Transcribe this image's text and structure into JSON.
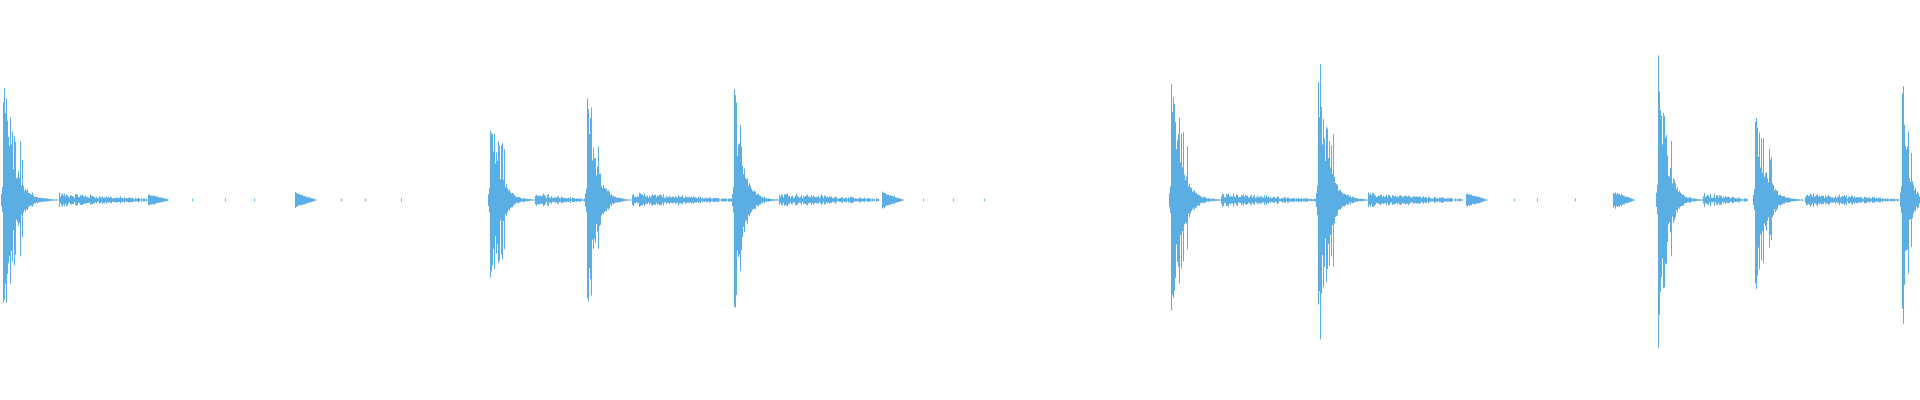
{
  "waveform": {
    "color": "#5aaee4",
    "background": "#ffffff",
    "total_seconds": 19.2,
    "baseline": 0.0,
    "transients": [
      {
        "time": 0.03,
        "peak": 0.96,
        "decay": 0.55,
        "tail": 1.45
      },
      {
        "time": 4.9,
        "peak": 0.9,
        "decay": 0.45,
        "tail": 0.95
      },
      {
        "time": 5.87,
        "peak": 0.95,
        "decay": 0.45,
        "tail": 1.45
      },
      {
        "time": 7.34,
        "peak": 0.97,
        "decay": 0.45,
        "tail": 1.45
      },
      {
        "time": 11.71,
        "peak": 1.0,
        "decay": 0.5,
        "tail": 1.45
      },
      {
        "time": 13.18,
        "peak": 1.16,
        "decay": 0.5,
        "tail": 1.45
      },
      {
        "time": 16.58,
        "peak": 1.1,
        "decay": 0.45,
        "tail": 0.9
      },
      {
        "time": 17.55,
        "peak": 0.82,
        "decay": 0.5,
        "tail": 1.45
      },
      {
        "time": 19.02,
        "peak": 1.05,
        "decay": 0.3,
        "tail": 0.18
      }
    ],
    "blips": [
      {
        "time": 1.48,
        "peak": 0.05
      },
      {
        "time": 2.95,
        "peak": 0.06
      },
      {
        "time": 8.82,
        "peak": 0.07
      },
      {
        "time": 14.66,
        "peak": 0.06
      },
      {
        "time": 16.13,
        "peak": 0.07
      }
    ]
  }
}
